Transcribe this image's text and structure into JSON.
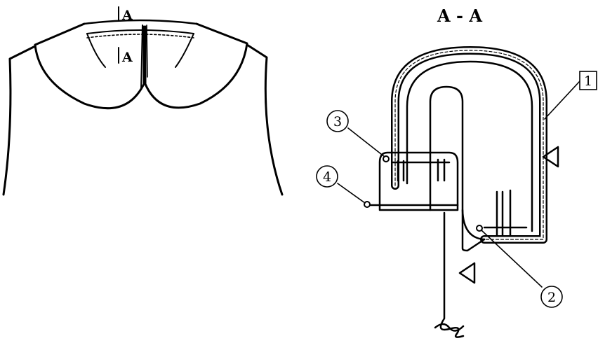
{
  "bodice": {
    "section_mark_top": "A",
    "section_mark_bottom": "A"
  },
  "section_view": {
    "title": "A - A",
    "callouts": {
      "c1": "1",
      "c2": "2",
      "c3": "3",
      "c4": "4"
    }
  }
}
